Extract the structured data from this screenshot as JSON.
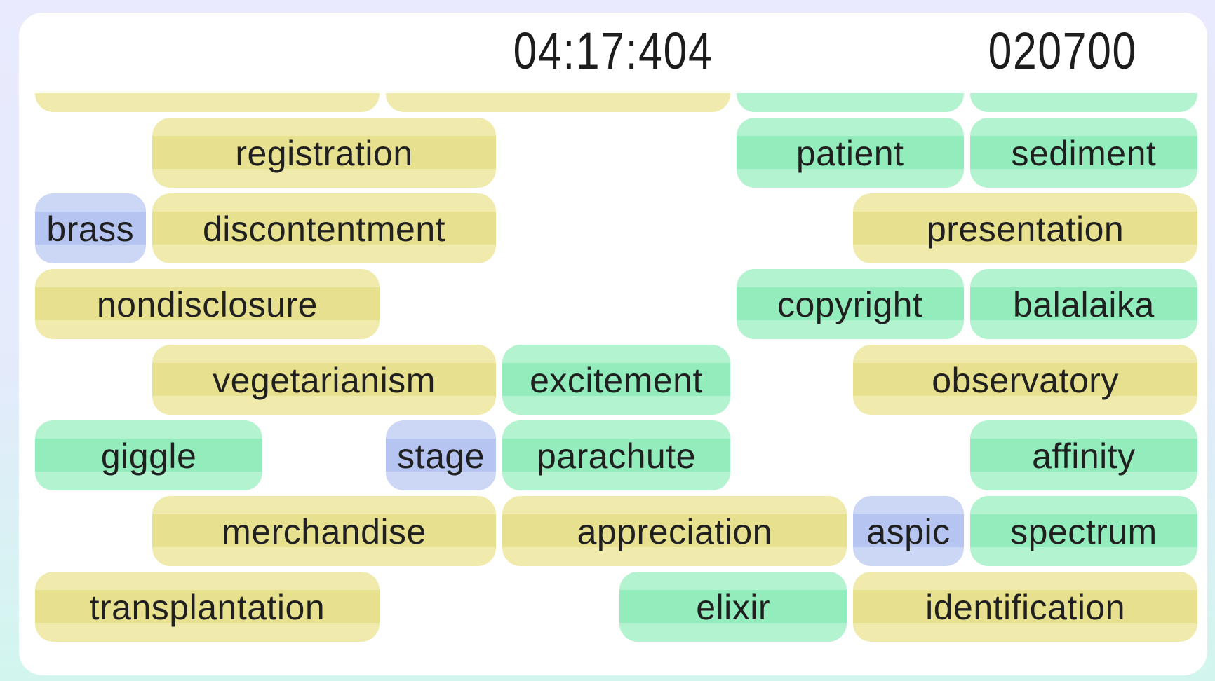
{
  "header": {
    "timer": "04:17:404",
    "score": "020700"
  },
  "colors": {
    "background_top": "#e9eafd",
    "background_bottom": "#d2f6ee",
    "card": "#ffffff",
    "text": "#1d1d1d",
    "yellow_light": "#f0ebad",
    "yellow_dark": "#e7e08e",
    "green_light": "#b3f3d0",
    "green_dark": "#92ecbb",
    "blue_light": "#ccd7f5",
    "blue_dark": "#b5c4f0"
  },
  "board": {
    "grid_columns": 10,
    "rows_visible": 8,
    "top_row_clipped": true,
    "pills": [
      {
        "row": 0,
        "word": "",
        "color": "yellow",
        "col_start": 0,
        "col_end": 2
      },
      {
        "row": 0,
        "word": "",
        "color": "yellow",
        "col_start": 3,
        "col_end": 5
      },
      {
        "row": 0,
        "word": "",
        "color": "green",
        "col_start": 6,
        "col_end": 7
      },
      {
        "row": 0,
        "word": "",
        "color": "green",
        "col_start": 8,
        "col_end": 9
      },
      {
        "row": 1,
        "word": "registration",
        "color": "yellow",
        "col_start": 1,
        "col_end": 3
      },
      {
        "row": 1,
        "word": "patient",
        "color": "green",
        "col_start": 6,
        "col_end": 7
      },
      {
        "row": 1,
        "word": "sediment",
        "color": "green",
        "col_start": 8,
        "col_end": 9
      },
      {
        "row": 2,
        "word": "brass",
        "color": "blue",
        "col_start": 0,
        "col_end": 0
      },
      {
        "row": 2,
        "word": "discontentment",
        "color": "yellow",
        "col_start": 1,
        "col_end": 3
      },
      {
        "row": 2,
        "word": "presentation",
        "color": "yellow",
        "col_start": 7,
        "col_end": 9
      },
      {
        "row": 3,
        "word": "nondisclosure",
        "color": "yellow",
        "col_start": 0,
        "col_end": 2
      },
      {
        "row": 3,
        "word": "copyright",
        "color": "green",
        "col_start": 6,
        "col_end": 7
      },
      {
        "row": 3,
        "word": "balalaika",
        "color": "green",
        "col_start": 8,
        "col_end": 9
      },
      {
        "row": 4,
        "word": "vegetarianism",
        "color": "yellow",
        "col_start": 1,
        "col_end": 3
      },
      {
        "row": 4,
        "word": "excitement",
        "color": "green",
        "col_start": 4,
        "col_end": 5
      },
      {
        "row": 4,
        "word": "observatory",
        "color": "yellow",
        "col_start": 7,
        "col_end": 9
      },
      {
        "row": 5,
        "word": "giggle",
        "color": "green",
        "col_start": 0,
        "col_end": 1
      },
      {
        "row": 5,
        "word": "stage",
        "color": "blue",
        "col_start": 3,
        "col_end": 3
      },
      {
        "row": 5,
        "word": "parachute",
        "color": "green",
        "col_start": 4,
        "col_end": 5
      },
      {
        "row": 5,
        "word": "affinity",
        "color": "green",
        "col_start": 8,
        "col_end": 9
      },
      {
        "row": 6,
        "word": "merchandise",
        "color": "yellow",
        "col_start": 1,
        "col_end": 3
      },
      {
        "row": 6,
        "word": "appreciation",
        "color": "yellow",
        "col_start": 4,
        "col_end": 6
      },
      {
        "row": 6,
        "word": "aspic",
        "color": "blue",
        "col_start": 7,
        "col_end": 7
      },
      {
        "row": 6,
        "word": "spectrum",
        "color": "green",
        "col_start": 8,
        "col_end": 9
      },
      {
        "row": 7,
        "word": "transplantation",
        "color": "yellow",
        "col_start": 0,
        "col_end": 2
      },
      {
        "row": 7,
        "word": "elixir",
        "color": "green",
        "col_start": 5,
        "col_end": 6
      },
      {
        "row": 7,
        "word": "identification",
        "color": "yellow",
        "col_start": 7,
        "col_end": 9
      }
    ]
  }
}
